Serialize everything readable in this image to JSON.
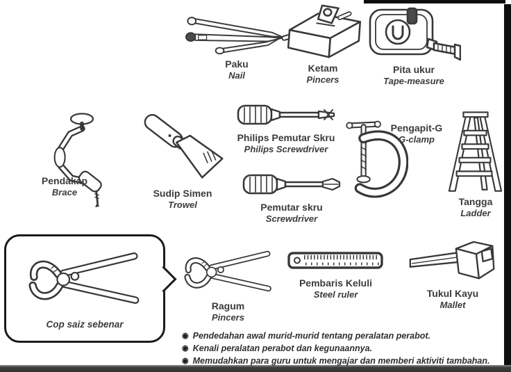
{
  "page": {
    "background": "#ffffff",
    "ink": "#383838",
    "label_color": "#3b3b3b"
  },
  "tools": [
    {
      "id": "paku",
      "name": "Paku",
      "english": "Nail"
    },
    {
      "id": "ketam",
      "name": "Ketam",
      "english": "Pincers"
    },
    {
      "id": "pita-ukur",
      "name": "Pita ukur",
      "english": "Tape-measure"
    },
    {
      "id": "pendakap",
      "name": "Pendakap",
      "english": "Brace"
    },
    {
      "id": "sudip-simen",
      "name": "Sudip Simen",
      "english": "Trowel"
    },
    {
      "id": "philips-skru",
      "name": "Philips Pemutar Skru",
      "english": "Philips Screwdriver"
    },
    {
      "id": "pemutar-skru",
      "name": "Pemutar skru",
      "english": "Screwdriver"
    },
    {
      "id": "pengapit-g",
      "name": "Pengapit-G",
      "english": "G-clamp"
    },
    {
      "id": "tangga",
      "name": "Tangga",
      "english": "Ladder"
    },
    {
      "id": "ragum",
      "name": "Ragum",
      "english": "Pincers"
    },
    {
      "id": "pembaris-keluli",
      "name": "Pembaris Keluli",
      "english": "Steel ruler"
    },
    {
      "id": "tukul-kayu",
      "name": "Tukul Kayu",
      "english": "Mallet"
    }
  ],
  "callout": {
    "caption": "Cop saiz sebenar"
  },
  "notes": {
    "bullet": "◉",
    "items": [
      "Pendedahan awal murid-murid tentang peralatan perabot.",
      "Kenali peralatan perabot dan kegunaannya.",
      "Memudahkan para guru untuk mengajar dan memberi aktiviti tambahan."
    ]
  }
}
